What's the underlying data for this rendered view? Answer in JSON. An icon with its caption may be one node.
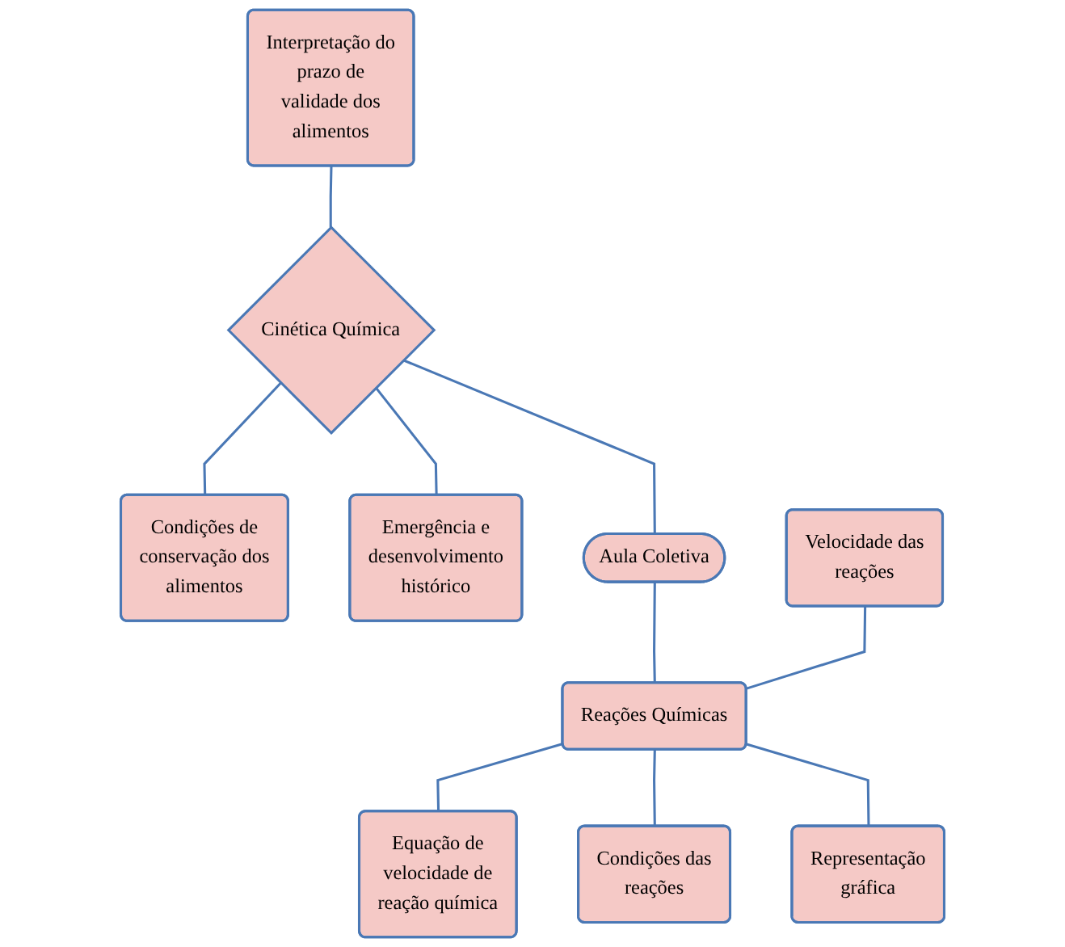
{
  "diagram": {
    "nodes": [
      {
        "text": [
          "Condições de conservação dos alimentos"
        ]
      },
      {
        "text": [
          "Interpretação do prazo de validade dos alimentos"
        ]
      },
      {
        "text": [
          "Cinética Química"
        ]
      },
      {
        "text": [
          "Emergência e desenvolvimento histórico"
        ]
      },
      {
        "text": [
          "Aula Coletiva"
        ]
      },
      {
        "text": [
          "Velocidade das reações"
        ]
      },
      {
        "text": [
          "Reações Químicas"
        ]
      },
      {
        "text": [
          "Equação de velocidade de reação química"
        ]
      },
      {
        "text": [
          "Condições das reações"
        ]
      },
      {
        "text": [
          "Representação gráfica"
        ]
      }
    ],
    "edges": [
      {
        "from": 2,
        "to": 0,
        "arrow": "none"
      },
      {
        "from": 1,
        "to": 2,
        "arrow": "none"
      },
      {
        "from": 2,
        "to": 3,
        "arrow": "none"
      },
      {
        "from": 2,
        "to": 4,
        "arrow": "none"
      },
      {
        "from": 4,
        "to": 6,
        "arrow": "none"
      },
      {
        "from": 5,
        "to": 6,
        "arrow": "none"
      },
      {
        "from": 6,
        "to": 7,
        "arrow": "none"
      },
      {
        "from": 6,
        "to": 8,
        "arrow": "none"
      },
      {
        "from": 6,
        "to": 9,
        "arrow": "none"
      }
    ]
  }
}
